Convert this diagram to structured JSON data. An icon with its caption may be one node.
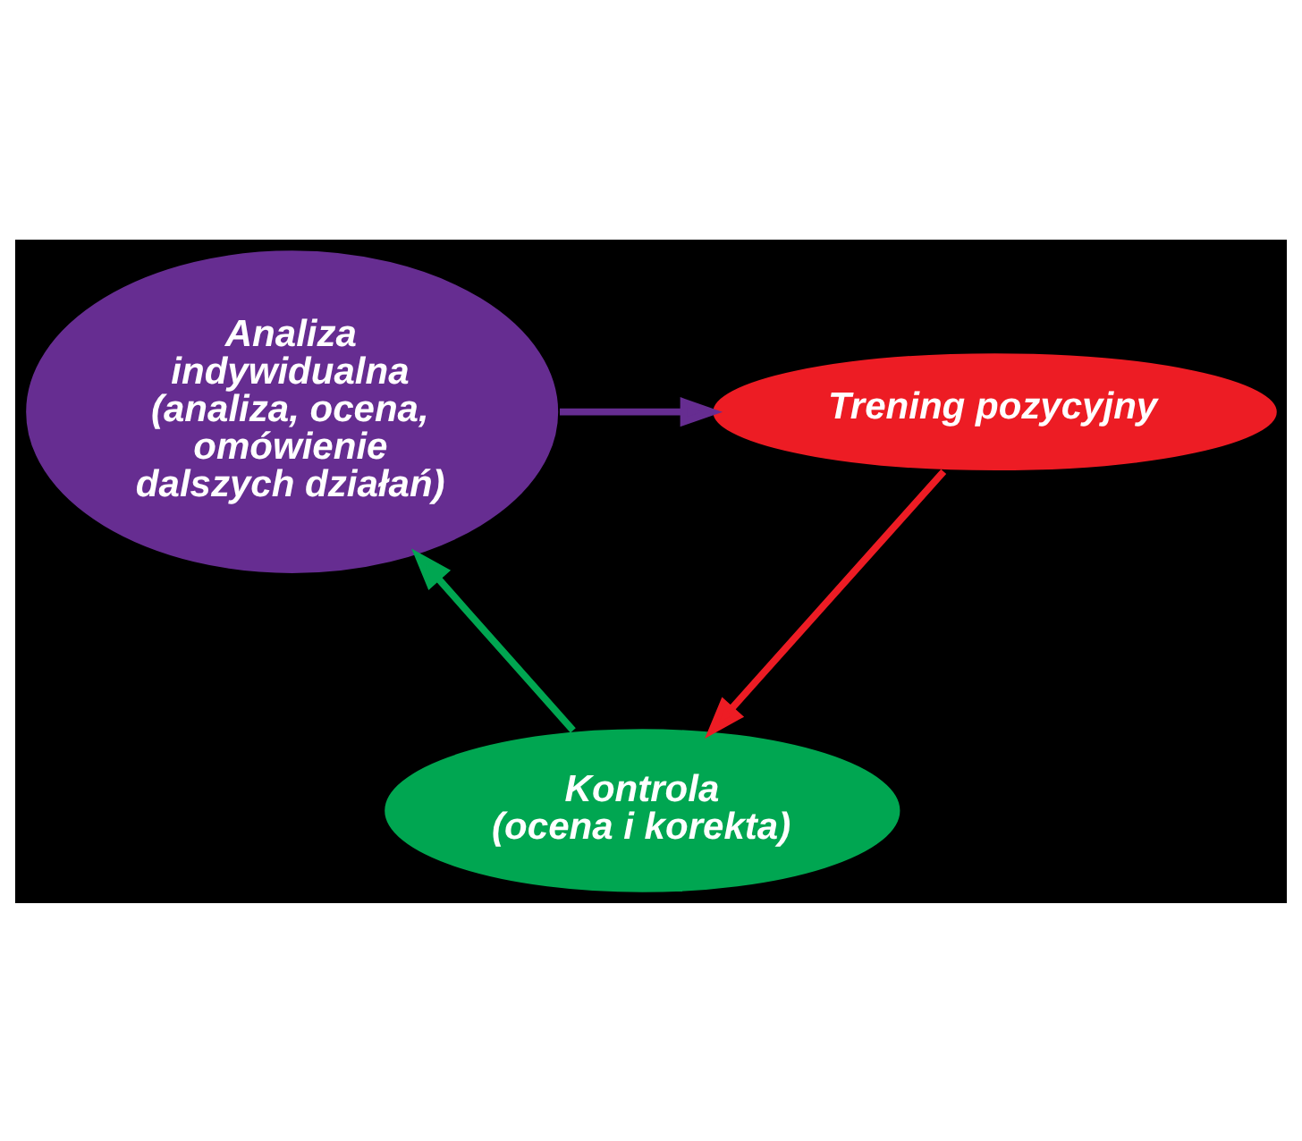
{
  "diagram": {
    "nodes": [
      {
        "text": [
          "Analiza indywidualna",
          "(analiza, ocena, omówienie dalszych działań)"
        ]
      },
      {
        "text": [
          "Trening pozycyjny"
        ]
      },
      {
        "text": [
          "Kontrola",
          "(ocena i korekta)"
        ]
      }
    ],
    "edges": [
      {
        "from": 0,
        "to": 1,
        "arrow": "to",
        "color": "#662d91"
      },
      {
        "from": 1,
        "to": 2,
        "arrow": "to",
        "color": "#ed1c24"
      },
      {
        "from": 2,
        "to": 0,
        "arrow": "to",
        "color": "#00a651"
      }
    ]
  }
}
